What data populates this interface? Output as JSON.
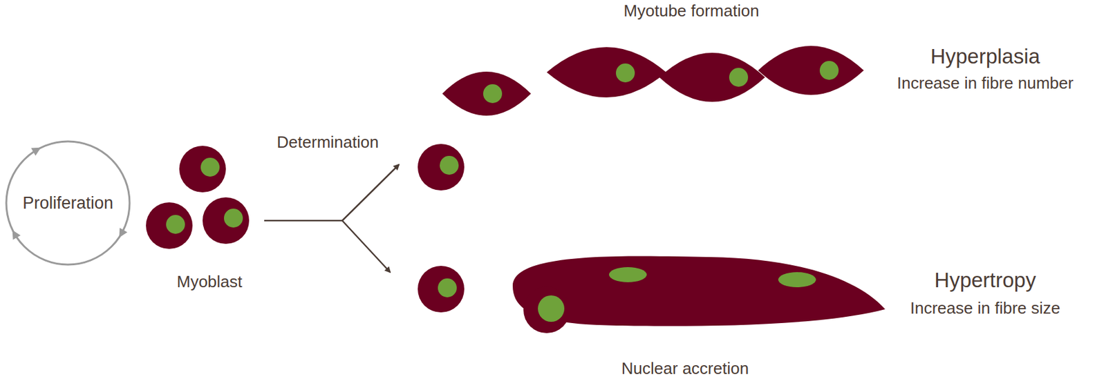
{
  "diagram": {
    "nodes": [
      {
        "text": [
          "Proliferation"
        ]
      }
    ],
    "labels": [
      "Myoblast",
      "Determination",
      "Myotube formation",
      "Hyperplasia",
      "Increase in fibre number",
      "Hypertropy",
      "Increase in fibre size",
      "Nuclear accretion"
    ]
  }
}
